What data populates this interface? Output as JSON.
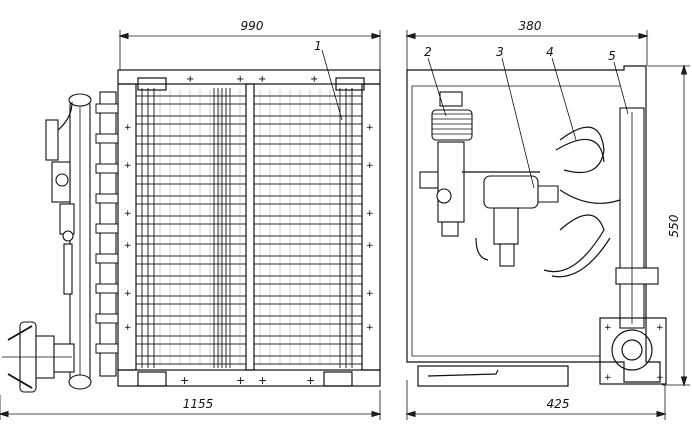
{
  "dimensions": {
    "front_width": "990",
    "overall_width": "1155",
    "side_width_top": "380",
    "side_width_bottom": "425",
    "side_height": "550"
  },
  "callouts": [
    "1",
    "2",
    "3",
    "4",
    "5"
  ]
}
